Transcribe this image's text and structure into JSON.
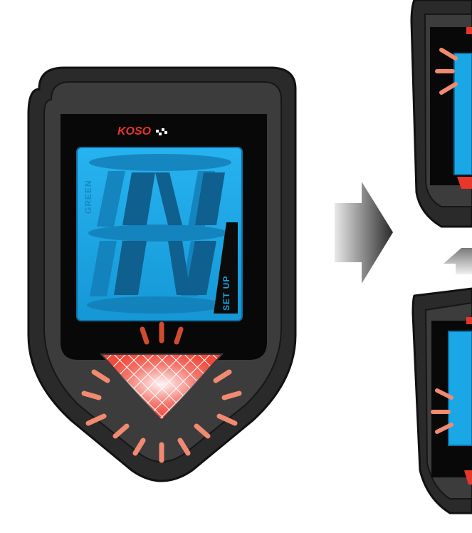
{
  "gauge": {
    "brand": "KOSO",
    "gear_indicator": "N",
    "side_text_left": "GREEN",
    "side_text_right": "SET UP"
  },
  "colors": {
    "lcd_blue": "#1aa7e6",
    "body_dark": "#2b2b2b",
    "warning_red": "#e8362b",
    "glow": "#f08a70"
  }
}
